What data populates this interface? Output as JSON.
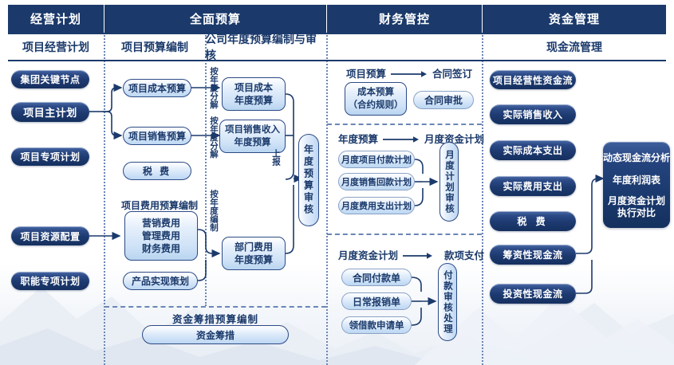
{
  "header": {
    "columns": [
      {
        "title": "经营计划",
        "subtitle": "项目经营计划"
      },
      {
        "title": "全面预算",
        "subtitle_left": "项目预算编制",
        "subtitle_right": "公司年度预算编制与审核"
      },
      {
        "title": "财务管控",
        "subtitle": ""
      },
      {
        "title": "资金管理",
        "subtitle": "现金流管理"
      }
    ]
  },
  "plan_column": {
    "items": [
      {
        "label": "集团关键节点"
      },
      {
        "label": "项目主计划"
      },
      {
        "label": "项目专项计划"
      },
      {
        "label": "项目资源配置"
      },
      {
        "label": "职能专项计划"
      }
    ]
  },
  "budget_prep": {
    "items": [
      {
        "label": "项目成本预算"
      },
      {
        "label": "项目销售预算"
      },
      {
        "label": "税 费"
      }
    ],
    "expense_group": {
      "caption": "项目费用预算编制",
      "lines": [
        "营销费用",
        "管理费用",
        "财务费用"
      ]
    },
    "product_plan": "产品实现策划",
    "funding_group": {
      "caption": "资金筹措预算编制",
      "item": "资金筹措"
    }
  },
  "annual_budget": {
    "notes": [
      "按年度分解",
      "按年度分解",
      "按年度编制",
      "上报"
    ],
    "boxes": [
      {
        "line1": "项目成本",
        "line2": "年度预算"
      },
      {
        "line1": "项目销售收入",
        "line2": "年度预算"
      },
      {
        "line1": "部门费用",
        "line2": "年度预算"
      }
    ],
    "review": "年度预算审核"
  },
  "finance_control": {
    "sections": [
      {
        "from": "项目预算",
        "to": "合同签订",
        "left_box": {
          "line1": "成本预算",
          "line2": "（合约规则）"
        },
        "right_box": "合同审批"
      },
      {
        "from": "年度预算",
        "to": "月度资金计划",
        "items": [
          "月度项目付款计划",
          "月度销售回款计划",
          "月度费用支出计划"
        ],
        "review": "月度计划审核"
      },
      {
        "from": "月度资金计划",
        "to": "款项支付",
        "items": [
          "合同付款单",
          "日常报销单",
          "领借款申请单"
        ],
        "review": "付款审核处理"
      }
    ]
  },
  "cash_flow": {
    "items": [
      {
        "label": "项目经营性资金流"
      },
      {
        "label": "实际销售收入"
      },
      {
        "label": "实际成本支出"
      },
      {
        "label": "实际费用支出"
      },
      {
        "label": "税 费"
      },
      {
        "label": "筹资性现金流"
      },
      {
        "label": "投资性现金流"
      }
    ],
    "analysis": {
      "line1": "动态现金流分析",
      "line2": "年度利润表",
      "line3": "月度资金计划",
      "line4": "执行对比"
    }
  },
  "colors": {
    "header_navy": "#1b3a6b",
    "pill_dark": "#1d3a70",
    "pill_light": "#cfe2f7",
    "divider": "#6b86b5"
  }
}
